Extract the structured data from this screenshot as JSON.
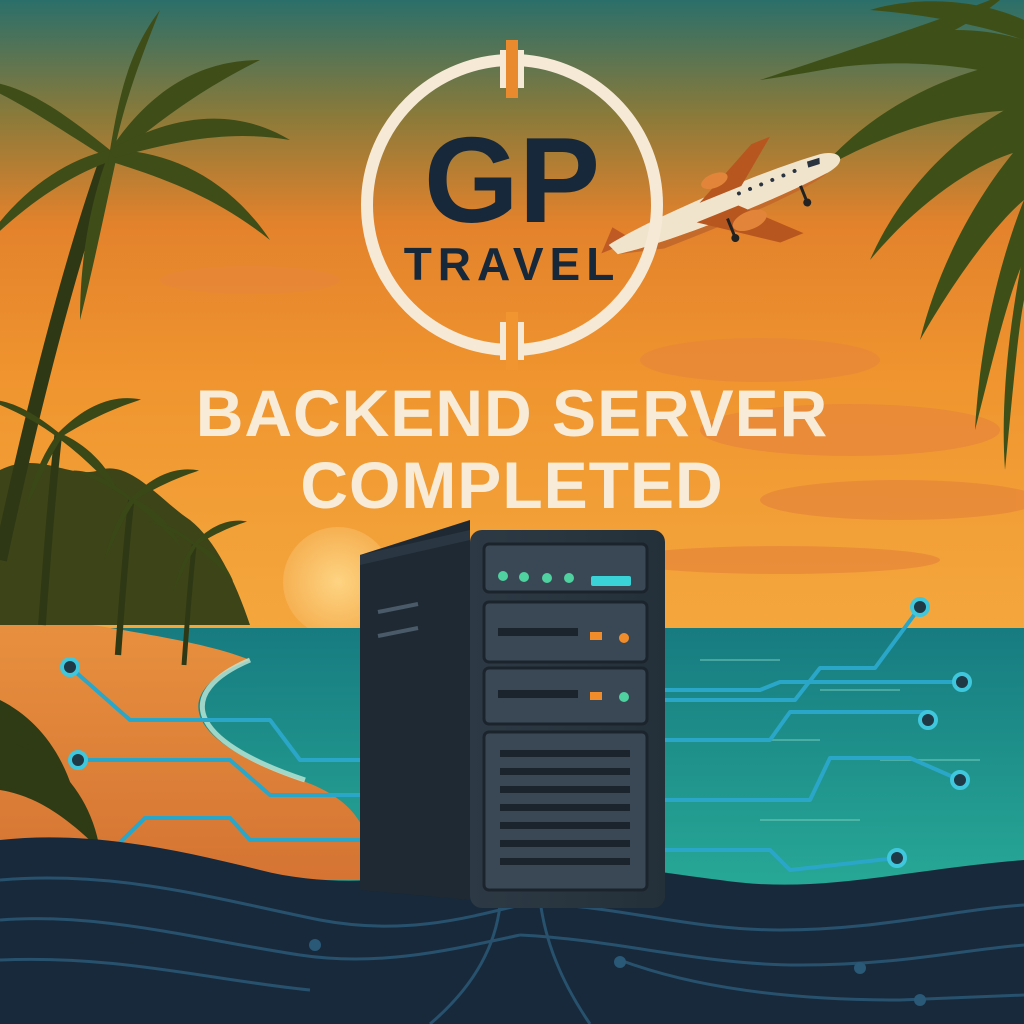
{
  "logo": {
    "initials": "GP",
    "wordmark": "TRAVEL",
    "ring_color": "#f6ead6",
    "ink_color": "#16283a"
  },
  "headline": {
    "line1": "BACKEND SERVER",
    "line2": "COMPLETED",
    "color": "#f8ecd8"
  },
  "colors": {
    "sky_top": "#2b6f6a",
    "sky_mid": "#e98a2e",
    "sky_horizon": "#f3a23a",
    "sea": "#1f8c8a",
    "sand": "#e38a3e",
    "ground": "#16283a",
    "palm": "#3b4a1a",
    "circuit": "#2aa6c8",
    "server_body": "#2c3742",
    "led_green": "#4fd1a0",
    "led_orange": "#f08c2a",
    "led_cyan": "#3ad3d8"
  },
  "icons": [
    "palm-tree-icon",
    "airplane-icon",
    "server-tower-icon",
    "circuit-node-icon",
    "sun-icon"
  ]
}
